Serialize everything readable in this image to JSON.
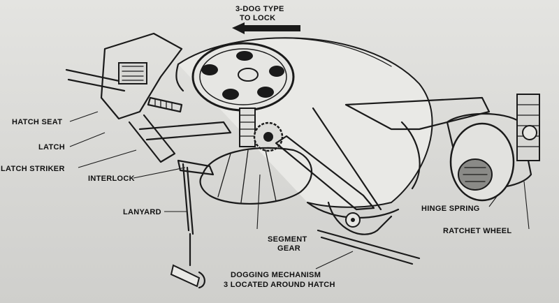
{
  "labels": {
    "title_line1": "3-DOG TYPE",
    "title_line2": "TO LOCK",
    "hatch_seat": "HATCH SEAT",
    "latch": "LATCH",
    "latch_striker": "LATCH STRIKER",
    "interlock": "INTERLOCK",
    "lanyard": "LANYARD",
    "segment_gear_line1": "SEGMENT",
    "segment_gear_line2": "GEAR",
    "dogging_line1": "DOGGING MECHANISM",
    "dogging_line2": "3 LOCATED AROUND HATCH",
    "hinge_spring": "HINGE SPRING",
    "ratchet_wheel": "RATCHET WHEEL"
  },
  "icons": {
    "direction_arrow": "left-arrow-icon"
  }
}
